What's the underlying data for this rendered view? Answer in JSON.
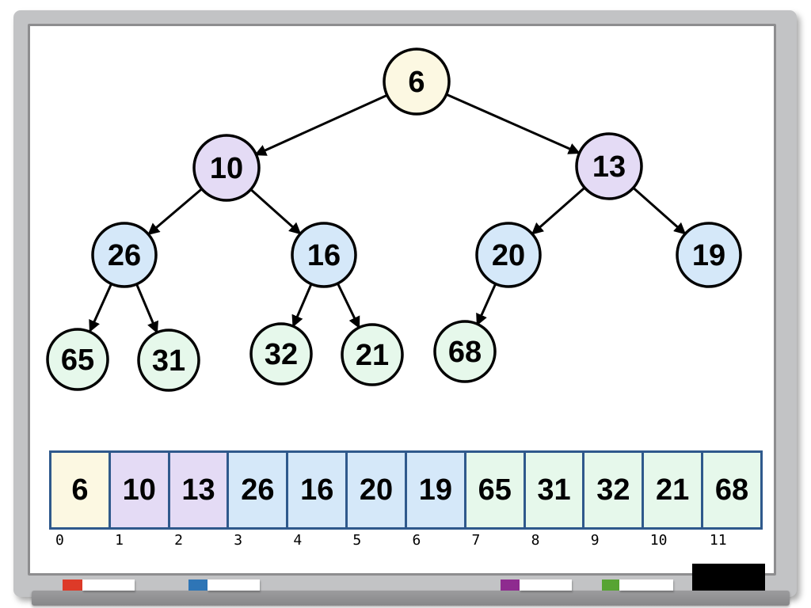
{
  "heap": {
    "nodes": [
      {
        "value": "6",
        "level": 0,
        "array_index": 0
      },
      {
        "value": "10",
        "level": 1,
        "array_index": 1
      },
      {
        "value": "13",
        "level": 1,
        "array_index": 2
      },
      {
        "value": "26",
        "level": 2,
        "array_index": 3
      },
      {
        "value": "16",
        "level": 2,
        "array_index": 4
      },
      {
        "value": "20",
        "level": 2,
        "array_index": 5
      },
      {
        "value": "19",
        "level": 2,
        "array_index": 6
      },
      {
        "value": "65",
        "level": 3,
        "array_index": 7
      },
      {
        "value": "31",
        "level": 3,
        "array_index": 8
      },
      {
        "value": "32",
        "level": 3,
        "array_index": 9
      },
      {
        "value": "21",
        "level": 3,
        "array_index": 10
      },
      {
        "value": "68",
        "level": 3,
        "array_index": 11
      }
    ],
    "edges": [
      [
        0,
        1
      ],
      [
        0,
        2
      ],
      [
        1,
        3
      ],
      [
        1,
        4
      ],
      [
        2,
        5
      ],
      [
        2,
        6
      ],
      [
        3,
        7
      ],
      [
        3,
        8
      ],
      [
        4,
        9
      ],
      [
        4,
        10
      ],
      [
        5,
        11
      ]
    ],
    "array": [
      {
        "index": "0",
        "value": "6"
      },
      {
        "index": "1",
        "value": "10"
      },
      {
        "index": "2",
        "value": "13"
      },
      {
        "index": "3",
        "value": "26"
      },
      {
        "index": "4",
        "value": "16"
      },
      {
        "index": "5",
        "value": "20"
      },
      {
        "index": "6",
        "value": "19"
      },
      {
        "index": "7",
        "value": "65"
      },
      {
        "index": "8",
        "value": "31"
      },
      {
        "index": "9",
        "value": "32"
      },
      {
        "index": "10",
        "value": "21"
      },
      {
        "index": "11",
        "value": "68"
      }
    ]
  },
  "colors": {
    "level_fills": {
      "0": "#fcf8e2",
      "1": "#e4dbf5",
      "2": "#d5e8f9",
      "3": "#e6f8eb"
    },
    "node_border": "#000000",
    "edge": "#000000",
    "array_border": "#2f598c",
    "frame": "#c2c3c5",
    "tray": "#8f8f90"
  },
  "tray": {
    "markers": [
      {
        "name": "red-marker",
        "tip_color": "#dd3a28",
        "body_color": "#ffffff"
      },
      {
        "name": "blue-marker",
        "tip_color": "#2e75b6",
        "body_color": "#ffffff"
      },
      {
        "name": "purple-marker",
        "tip_color": "#8e2b8f",
        "body_color": "#ffffff"
      },
      {
        "name": "green-marker",
        "tip_color": "#57a433",
        "body_color": "#ffffff"
      }
    ],
    "eraser_color": "#000000"
  }
}
